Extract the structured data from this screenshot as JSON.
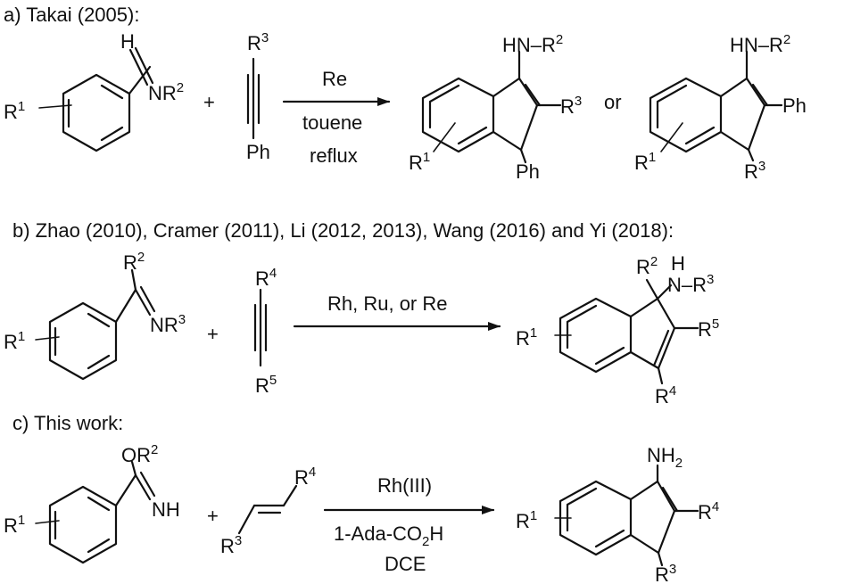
{
  "sections": {
    "a": {
      "heading": "a) Takai (2005):",
      "reactant1": {
        "h": "H",
        "r1": "R",
        "r1_sup": "1",
        "n": "NR",
        "n_sup": "2",
        "plus": "+"
      },
      "reactant2": {
        "r": "R",
        "r_sup": "3",
        "ph": "Ph"
      },
      "conditions": {
        "above": "Re",
        "below1": "touene",
        "below2": "reflux"
      },
      "product1": {
        "hn": "HN",
        "r2": "–R",
        "r2_sup": "2",
        "r3": "R",
        "r3_sup": "3",
        "r1": "R",
        "r1_sup": "1",
        "ph": "Ph"
      },
      "or": "or",
      "product2": {
        "hn": "HN",
        "r2": "–R",
        "r2_sup": "2",
        "ph": "Ph",
        "r1": "R",
        "r1_sup": "1",
        "r3": "R",
        "r3_sup": "3"
      }
    },
    "b": {
      "heading": "b) Zhao (2010), Cramer (2011), Li (2012, 2013), Wang (2016) and Yi (2018):",
      "reactant1": {
        "r2": "R",
        "r2_sup": "2",
        "r1": "R",
        "r1_sup": "1",
        "n": "NR",
        "n_sup": "3",
        "plus": "+"
      },
      "reactant2": {
        "r4": "R",
        "r4_sup": "4",
        "r5": "R",
        "r5_sup": "5"
      },
      "conditions": {
        "above": "Rh, Ru, or Re"
      },
      "product": {
        "r2": "R",
        "r2_sup": "2",
        "h": "H",
        "n": "N",
        "r3": "–R",
        "r3_sup": "3",
        "r1": "R",
        "r1_sup": "1",
        "r5": "R",
        "r5_sup": "5",
        "r4": "R",
        "r4_sup": "4"
      }
    },
    "c": {
      "heading": "c) This work:",
      "reactant1": {
        "or": "OR",
        "or_sup": "2",
        "nh": "NH",
        "r1": "R",
        "r1_sup": "1",
        "plus": "+"
      },
      "reactant2": {
        "r4": "R",
        "r4_sup": "4",
        "r3": "R",
        "r3_sup": "3"
      },
      "conditions": {
        "above": "Rh(III)",
        "below1": "1-Ada-CO",
        "below1_sub": "2",
        "below1_tail": "H",
        "below2": "DCE"
      },
      "product": {
        "nh": "NH",
        "nh_sub": "2",
        "r1": "R",
        "r1_sup": "1",
        "r4": "R",
        "r4_sup": "4",
        "r3": "R",
        "r3_sup": "3"
      }
    }
  }
}
